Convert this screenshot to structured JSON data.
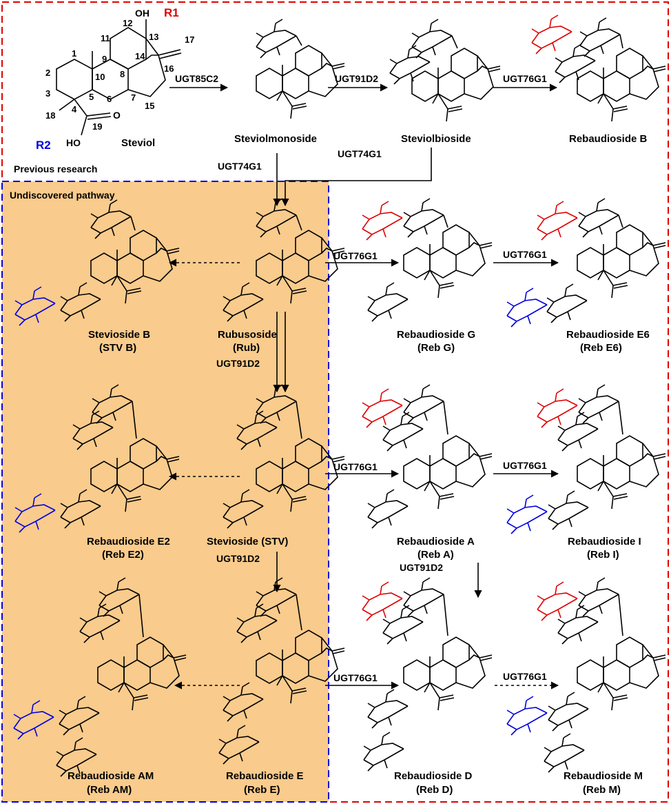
{
  "sections": {
    "previous": "Previous research",
    "undiscovered": "Undiscovered pathway"
  },
  "residues": {
    "r1": "R1",
    "r2": "R2"
  },
  "steviol_numbers": [
    "1",
    "2",
    "3",
    "4",
    "5",
    "6",
    "7",
    "8",
    "9",
    "10",
    "11",
    "12",
    "13",
    "14",
    "15",
    "16",
    "17",
    "18",
    "19"
  ],
  "atoms": {
    "hydroxyl": "OH",
    "ho": "HO",
    "oxygen": "O"
  },
  "compounds": {
    "steviol": "Steviol",
    "steviolmonoside": "Steviolmonoside",
    "steviolbioside": "Steviolbioside",
    "reb_b": "Rebaudioside B",
    "stv_b_name": "Stevioside B",
    "stv_b_abbr": "(STV B)",
    "rub_name": "Rubusoside",
    "rub_abbr": "(Rub)",
    "reb_g_name": "Rebaudioside G",
    "reb_g_abbr": "(Reb G)",
    "reb_e6_name": "Rebaudioside E6",
    "reb_e6_abbr": "(Reb E6)",
    "reb_e2_name": "Rebaudioside E2",
    "reb_e2_abbr": "(Reb E2)",
    "stv": "Stevioside (STV)",
    "reb_a_name": "Rebaudioside A",
    "reb_a_abbr": "(Reb A)",
    "reb_i_name": "Rebaudioside I",
    "reb_i_abbr": "(Reb I)",
    "reb_am_name": "Rebaudioside AM",
    "reb_am_abbr": "(Reb AM)",
    "reb_e_name": "Rebaudioside E",
    "reb_e_abbr": "(Reb E)",
    "reb_d_name": "Rebaudioside D",
    "reb_d_abbr": "(Reb D)",
    "reb_m_name": "Rebaudioside M",
    "reb_m_abbr": "(Reb M)"
  },
  "enzymes": {
    "e1": "UGT85C2",
    "e2": "UGT91D2",
    "e3": "UGT76G1",
    "e4": "UGT74G1",
    "e5": "UGT74G1",
    "e6": "UGT76G1",
    "e7": "UGT76G1",
    "e8": "UGT91D2",
    "e9": "UGT76G1",
    "e10": "UGT76G1",
    "e11": "UGT91D2",
    "e12": "UGT91D2",
    "e13": "UGT76G1",
    "e14": "UGT76G1"
  },
  "colors": {
    "previous_border": "#e00000",
    "undiscovered_border": "#0000e0",
    "undiscovered_fill": "#f9cb8c",
    "added_glucose_r1": "#e00000",
    "added_glucose_r2": "#0000e0"
  }
}
